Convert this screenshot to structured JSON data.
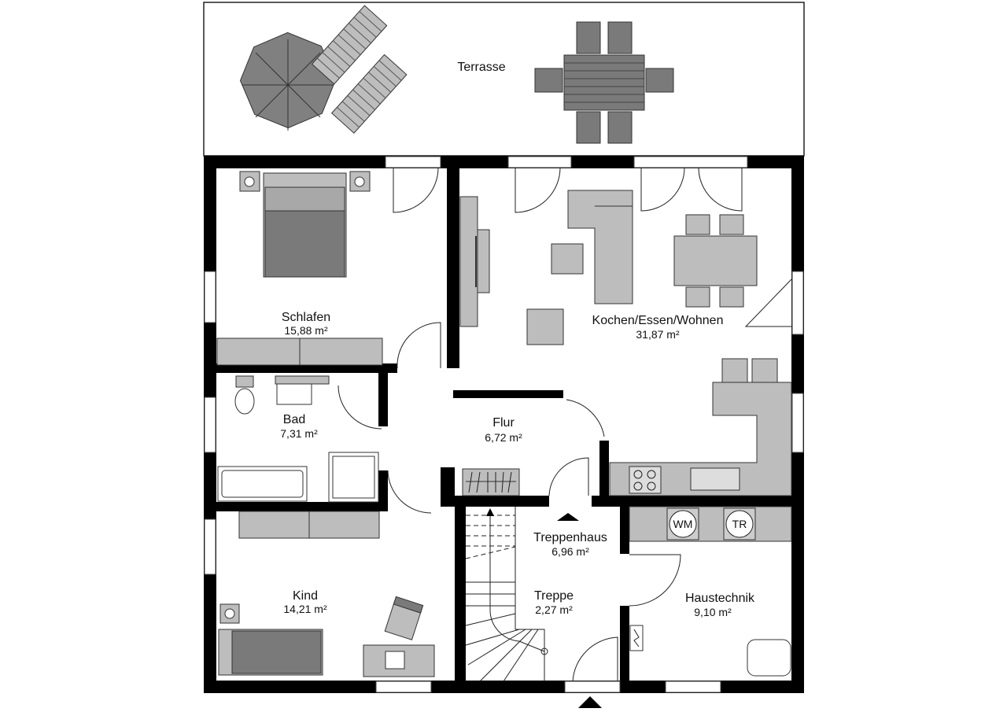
{
  "plan": {
    "rooms": [
      {
        "id": "terrasse",
        "name": "Terrasse",
        "area": ""
      },
      {
        "id": "schlafen",
        "name": "Schlafen",
        "area": "15,88 m²"
      },
      {
        "id": "kochen",
        "name": "Kochen/Essen/Wohnen",
        "area": "31,87 m²"
      },
      {
        "id": "bad",
        "name": "Bad",
        "area": "7,31 m²"
      },
      {
        "id": "flur",
        "name": "Flur",
        "area": "6,72 m²"
      },
      {
        "id": "treppenhaus",
        "name": "Treppenhaus",
        "area": "6,96 m²"
      },
      {
        "id": "kind",
        "name": "Kind",
        "area": "14,21 m²"
      },
      {
        "id": "treppe",
        "name": "Treppe",
        "area": "2,27 m²"
      },
      {
        "id": "haustechnik",
        "name": "Haustechnik",
        "area": "9,10 m²"
      }
    ],
    "appliances": {
      "washer": "WM",
      "dryer": "TR"
    },
    "colors": {
      "wall": "#000000",
      "furniture": "#bdbdbd",
      "dark_furniture": "#7a7a7a",
      "background": "#ffffff"
    }
  }
}
